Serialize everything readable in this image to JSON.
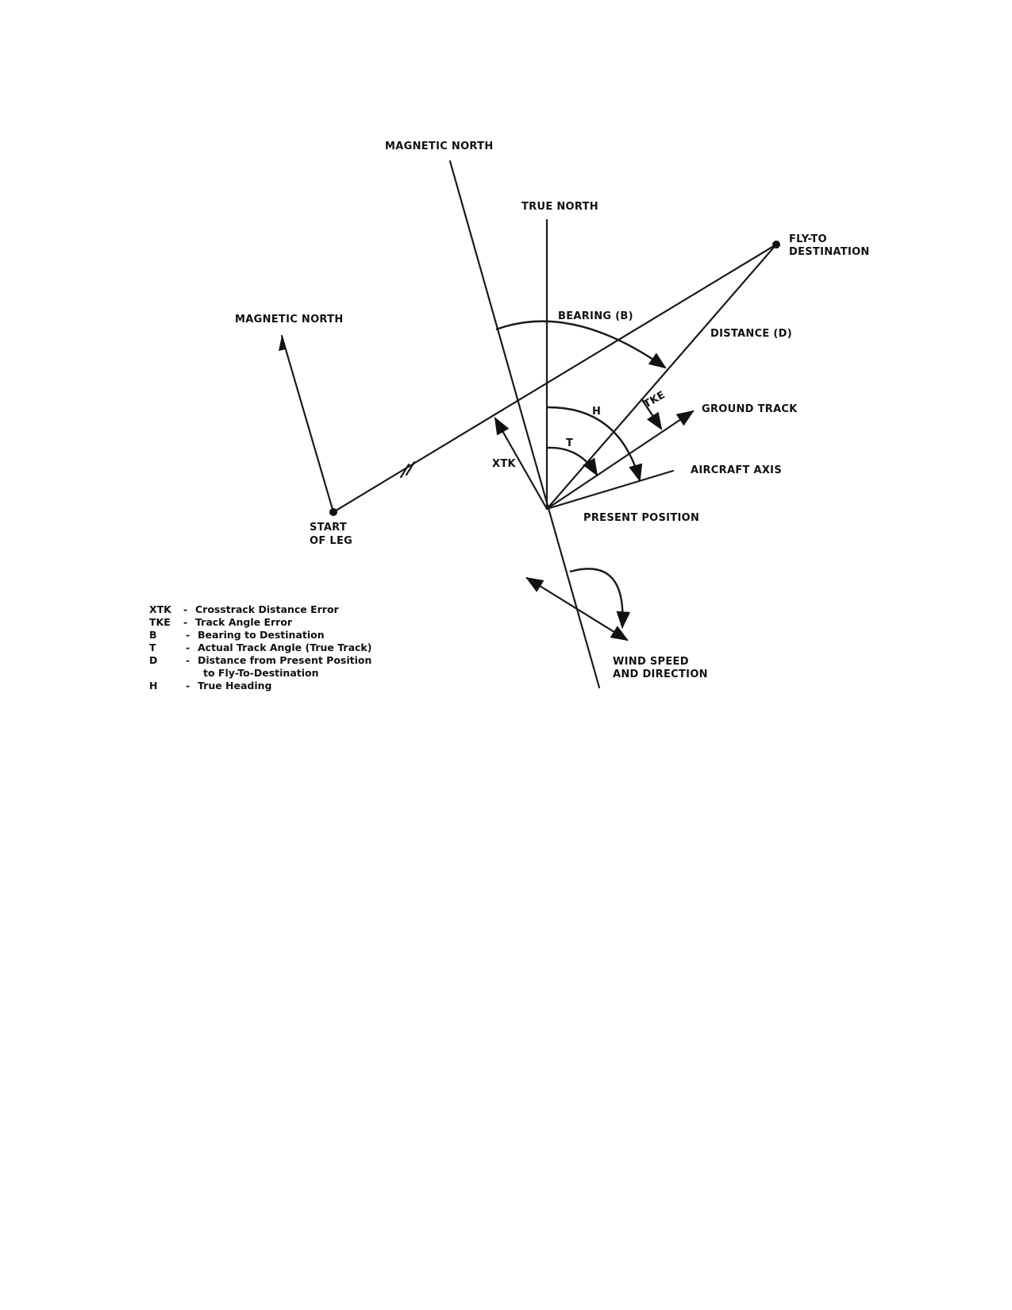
{
  "labels": {
    "magnetic_north_top": "MAGNETIC NORTH",
    "true_north": "TRUE NORTH",
    "fly_to_line1": "FLY-TO",
    "fly_to_line2": "DESTINATION",
    "magnetic_north_left": "MAGNETIC NORTH",
    "bearing": "BEARING (B)",
    "distance": "DISTANCE (D)",
    "h": "H",
    "tke": "TKE",
    "ground_track": "GROUND TRACK",
    "t": "T",
    "xtk": "XTK",
    "aircraft_axis": "AIRCRAFT AXIS",
    "present_position": "PRESENT POSITION",
    "start_line1": "START",
    "start_line2": "OF LEG",
    "wind_line1": "WIND SPEED",
    "wind_line2": "AND DIRECTION"
  },
  "legend": [
    {
      "abbr": "XTK",
      "sep": "-",
      "text": "Crosstrack Distance Error",
      "text2": ""
    },
    {
      "abbr": "TKE",
      "sep": "-",
      "text": "Track Angle Error",
      "text2": ""
    },
    {
      "abbr": "B",
      "sep": "-",
      "text": "Bearing to Destination",
      "text2": ""
    },
    {
      "abbr": "T",
      "sep": "-",
      "text": "Actual Track Angle (True Track)",
      "text2": ""
    },
    {
      "abbr": "D",
      "sep": "-",
      "text": "Distance from Present Position",
      "text2": "to Fly-To-Destination"
    },
    {
      "abbr": "H",
      "sep": "-",
      "text": "True Heading",
      "text2": ""
    }
  ]
}
